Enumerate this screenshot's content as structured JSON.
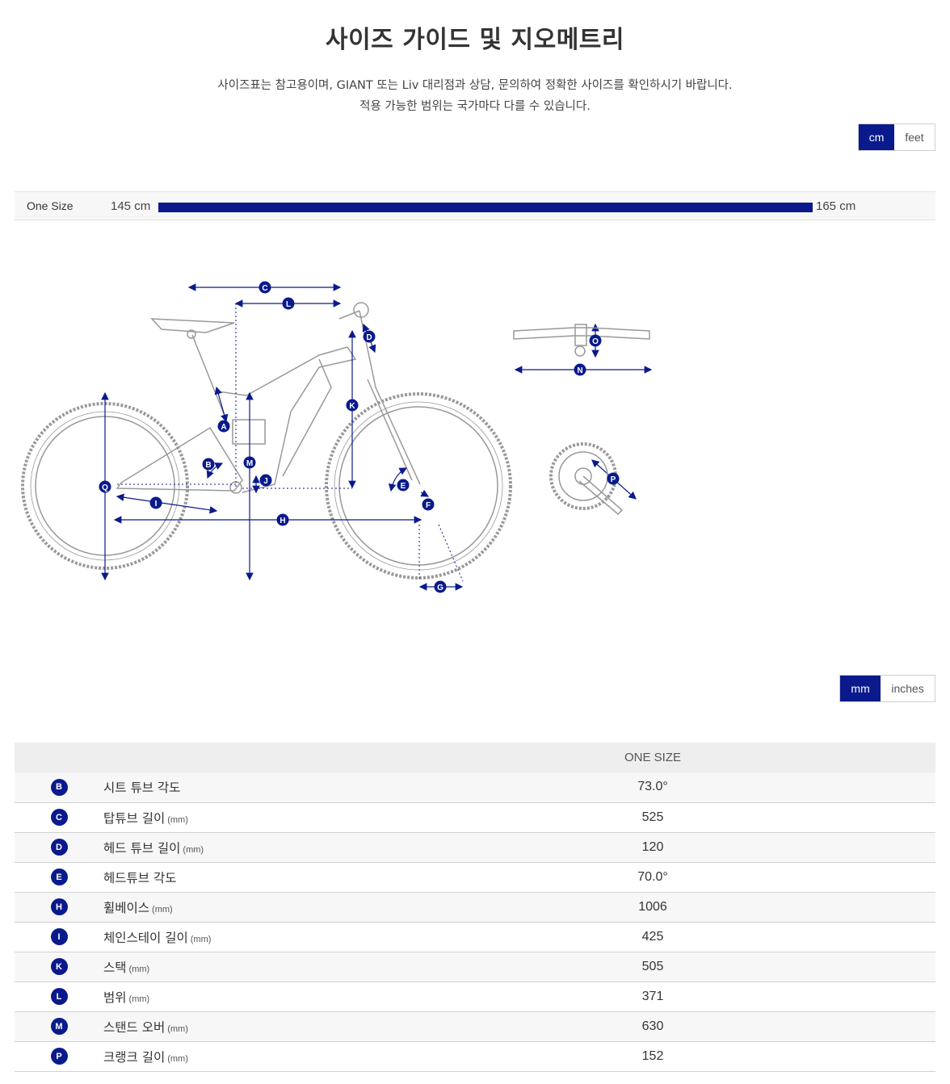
{
  "title": "사이즈 가이드 및 지오메트리",
  "subtitle_line1": "사이즈표는 참고용이며, GIANT 또는 Liv 대리점과 상담, 문의하여 정확한 사이즈를 확인하시기 바랍니다.",
  "subtitle_line2": "적용 가능한 범위는 국가마다 다를 수 있습니다.",
  "height_units": {
    "active": "cm",
    "inactive": "feet"
  },
  "size_range": {
    "name": "One Size",
    "min": "145 cm",
    "max": "165 cm"
  },
  "geometry_units": {
    "active": "mm",
    "inactive": "inches"
  },
  "diagram_labels": [
    "A",
    "B",
    "C",
    "D",
    "E",
    "F",
    "G",
    "H",
    "I",
    "J",
    "K",
    "L",
    "M",
    "N",
    "O",
    "P",
    "Q"
  ],
  "colors": {
    "accent": "#0a1a8c",
    "line": "#999999"
  },
  "table": {
    "column_header": "ONE SIZE",
    "rows": [
      {
        "badge": "B",
        "label": "시트 튜브 각도",
        "unit": "",
        "value": "73.0°"
      },
      {
        "badge": "C",
        "label": "탑튜브 길이",
        "unit": "(mm)",
        "value": "525"
      },
      {
        "badge": "D",
        "label": "헤드 튜브 길이",
        "unit": "(mm)",
        "value": "120"
      },
      {
        "badge": "E",
        "label": "헤드튜브 각도",
        "unit": "",
        "value": "70.0°"
      },
      {
        "badge": "H",
        "label": "휠베이스",
        "unit": "(mm)",
        "value": "1006"
      },
      {
        "badge": "I",
        "label": "체인스테이 길이",
        "unit": "(mm)",
        "value": "425"
      },
      {
        "badge": "K",
        "label": "스택",
        "unit": "(mm)",
        "value": "505"
      },
      {
        "badge": "L",
        "label": "범위",
        "unit": "(mm)",
        "value": "371"
      },
      {
        "badge": "M",
        "label": "스탠드 오버",
        "unit": "(mm)",
        "value": "630"
      },
      {
        "badge": "P",
        "label": "크랭크 길이",
        "unit": "(mm)",
        "value": "152"
      }
    ]
  }
}
